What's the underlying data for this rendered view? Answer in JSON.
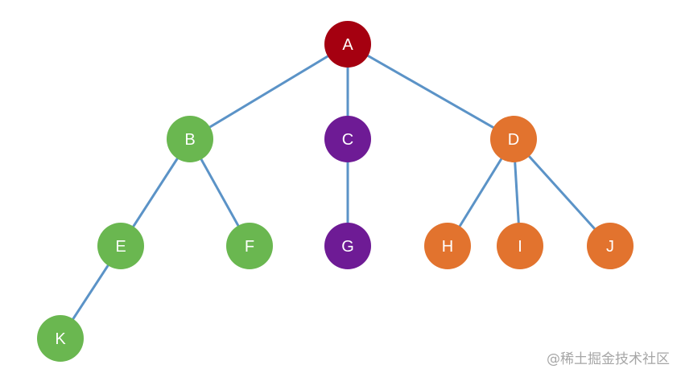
{
  "nodes": [
    {
      "id": "A",
      "label": "A",
      "color": "#a50010"
    },
    {
      "id": "B",
      "label": "B",
      "color": "#6ab750"
    },
    {
      "id": "C",
      "label": "C",
      "color": "#6e1b95"
    },
    {
      "id": "D",
      "label": "D",
      "color": "#e2732e"
    },
    {
      "id": "E",
      "label": "E",
      "color": "#6ab750"
    },
    {
      "id": "F",
      "label": "F",
      "color": "#6ab750"
    },
    {
      "id": "G",
      "label": "G",
      "color": "#6e1b95"
    },
    {
      "id": "H",
      "label": "H",
      "color": "#e2732e"
    },
    {
      "id": "I",
      "label": "I",
      "color": "#e2732e"
    },
    {
      "id": "J",
      "label": "J",
      "color": "#e2732e"
    },
    {
      "id": "K",
      "label": "K",
      "color": "#6ab750"
    }
  ],
  "edges": [
    {
      "from": "A",
      "to": "B"
    },
    {
      "from": "A",
      "to": "C"
    },
    {
      "from": "A",
      "to": "D"
    },
    {
      "from": "B",
      "to": "E"
    },
    {
      "from": "B",
      "to": "F"
    },
    {
      "from": "C",
      "to": "G"
    },
    {
      "from": "D",
      "to": "H"
    },
    {
      "from": "D",
      "to": "I"
    },
    {
      "from": "D",
      "to": "J"
    },
    {
      "from": "E",
      "to": "K"
    }
  ],
  "edge_color": "#5b93c7",
  "watermark": "@稀土掘金技术社区"
}
